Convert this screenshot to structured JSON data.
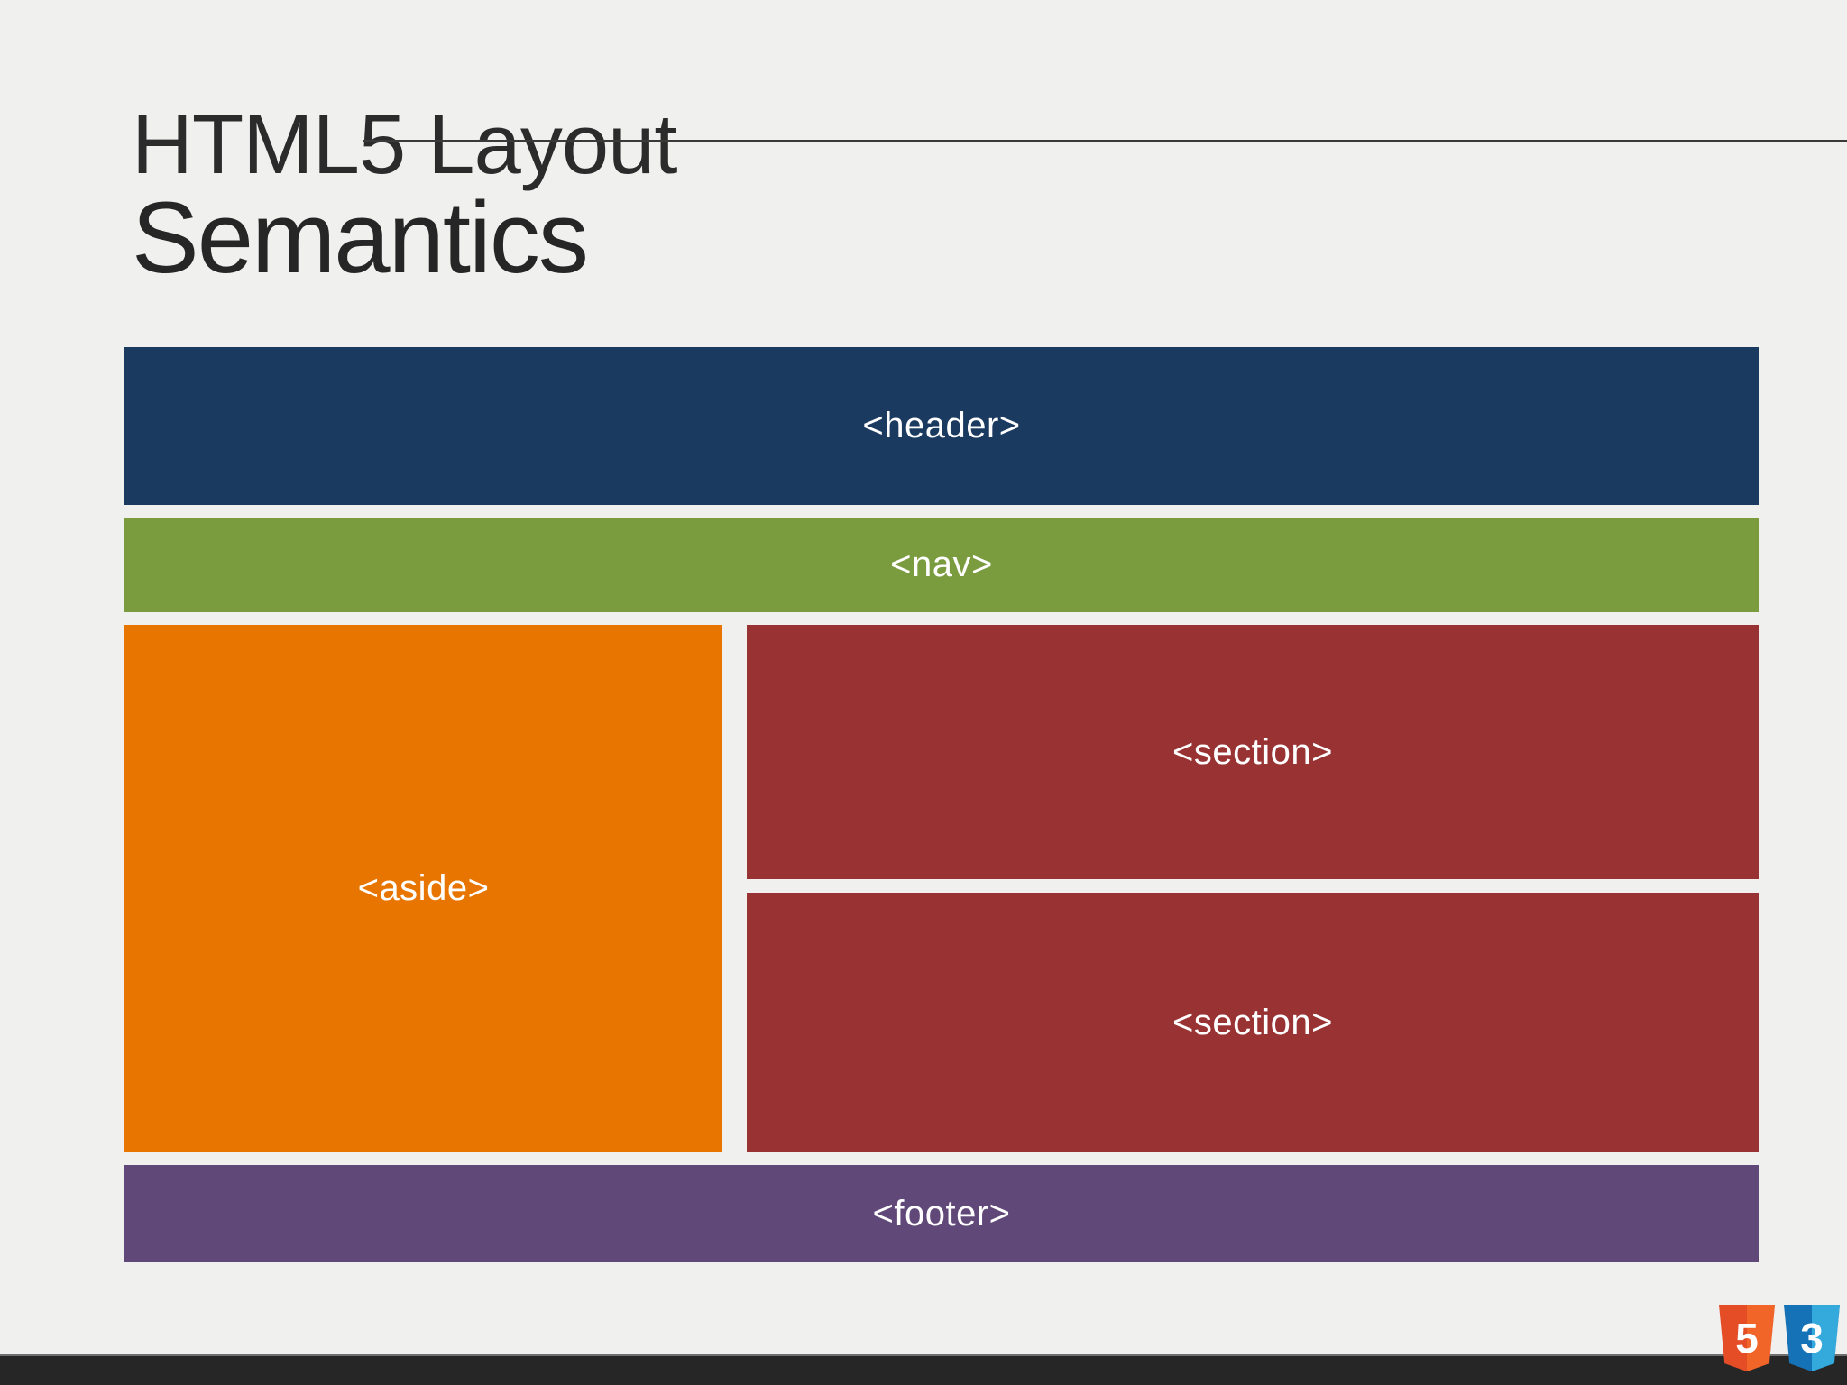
{
  "slide": {
    "background_color": "#f0f0ef",
    "bottom_bar_color": "#262626",
    "heading_background_text": "HTML5 Layout",
    "heading_overlay_text": "Semantics"
  },
  "diagram": {
    "type": "html5-semantic-layout",
    "blocks": [
      {
        "label": "<header>",
        "tag": "header",
        "color": "#1b3a60",
        "region": "top-full-width"
      },
      {
        "label": "<nav>",
        "tag": "nav",
        "color": "#7b9b3f",
        "region": "second-full-width"
      },
      {
        "label": "<aside>",
        "tag": "aside",
        "color": "#e87500",
        "region": "left-column"
      },
      {
        "label": "<section>",
        "tag": "section",
        "color": "#993333",
        "region": "right-column-upper"
      },
      {
        "label": "<section>",
        "tag": "section",
        "color": "#993333",
        "region": "right-column-lower"
      },
      {
        "label": "<footer>",
        "tag": "footer",
        "color": "#604878",
        "region": "bottom-full-width"
      }
    ]
  },
  "logos": [
    {
      "name": "html5-logo",
      "glyph": "5",
      "base_color": "#e44d26",
      "accent_color": "#f16529"
    },
    {
      "name": "css3-logo",
      "glyph": "3",
      "base_color": "#1572b6",
      "accent_color": "#33a9dc"
    }
  ]
}
